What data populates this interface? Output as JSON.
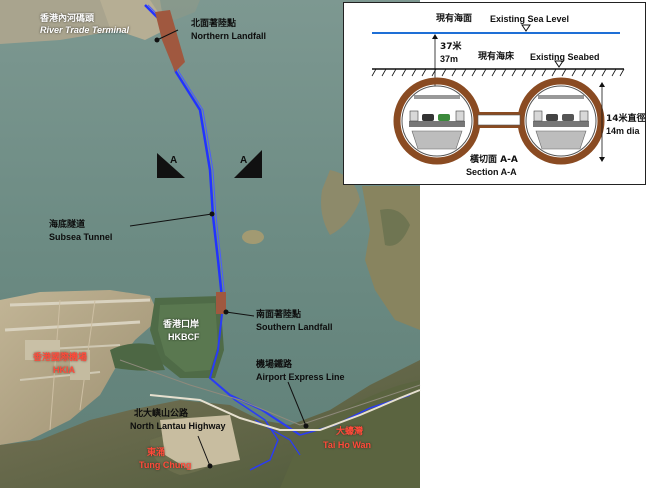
{
  "map": {
    "labels": {
      "river_trade_zh": "香港內河碼頭",
      "river_trade_en": "River Trade Terminal",
      "northern_landfall_zh": "北面著陸點",
      "northern_landfall_en": "Northern Landfall",
      "subsea_tunnel_zh": "海底隧道",
      "subsea_tunnel_en": "Subsea Tunnel",
      "southern_landfall_zh": "南面著陸點",
      "southern_landfall_en": "Southern Landfall",
      "hkbcf_zh": "香港口岸",
      "hkbcf_en": "HKBCF",
      "hkia_zh": "香港國際機場",
      "hkia_en": "HKIA",
      "airport_express_zh": "機場鐵路",
      "airport_express_en": "Airport Express Line",
      "north_lantau_zh": "北大嶼山公路",
      "north_lantau_en": "North Lantau Highway",
      "tung_chung_zh": "東涌",
      "tung_chung_en": "Tung Chung",
      "tai_ho_wan_zh": "大蠔灣",
      "tai_ho_wan_en": "Tai Ho Wan",
      "section_marker_left": "A",
      "section_marker_right": "A"
    }
  },
  "section_inset": {
    "sea_level_zh": "現有海面",
    "sea_level_en": "Existing Sea Level",
    "depth_zh": "37米",
    "depth_en": "37m",
    "seabed_zh": "現有海床",
    "seabed_en": "Existing Seabed",
    "diameter_zh": "14米直徑",
    "diameter_en": "14m dia",
    "section_zh": "橫切面 A-A",
    "section_en": "Section A-A"
  },
  "colors": {
    "sea": "#6f8f88",
    "land": "#b9a98a",
    "tunnel": "#2233ff",
    "landfall": "#a0583f",
    "hkbcf": "#4f6b47",
    "red_label": "#ff4a3a",
    "tunnel_ring": "#8a4b22",
    "sea_line": "#1e6fd6"
  },
  "icons": [
    "section-marker-icon",
    "sea-level-marker-icon",
    "seabed-marker-icon",
    "dimension-arrow-icon"
  ]
}
